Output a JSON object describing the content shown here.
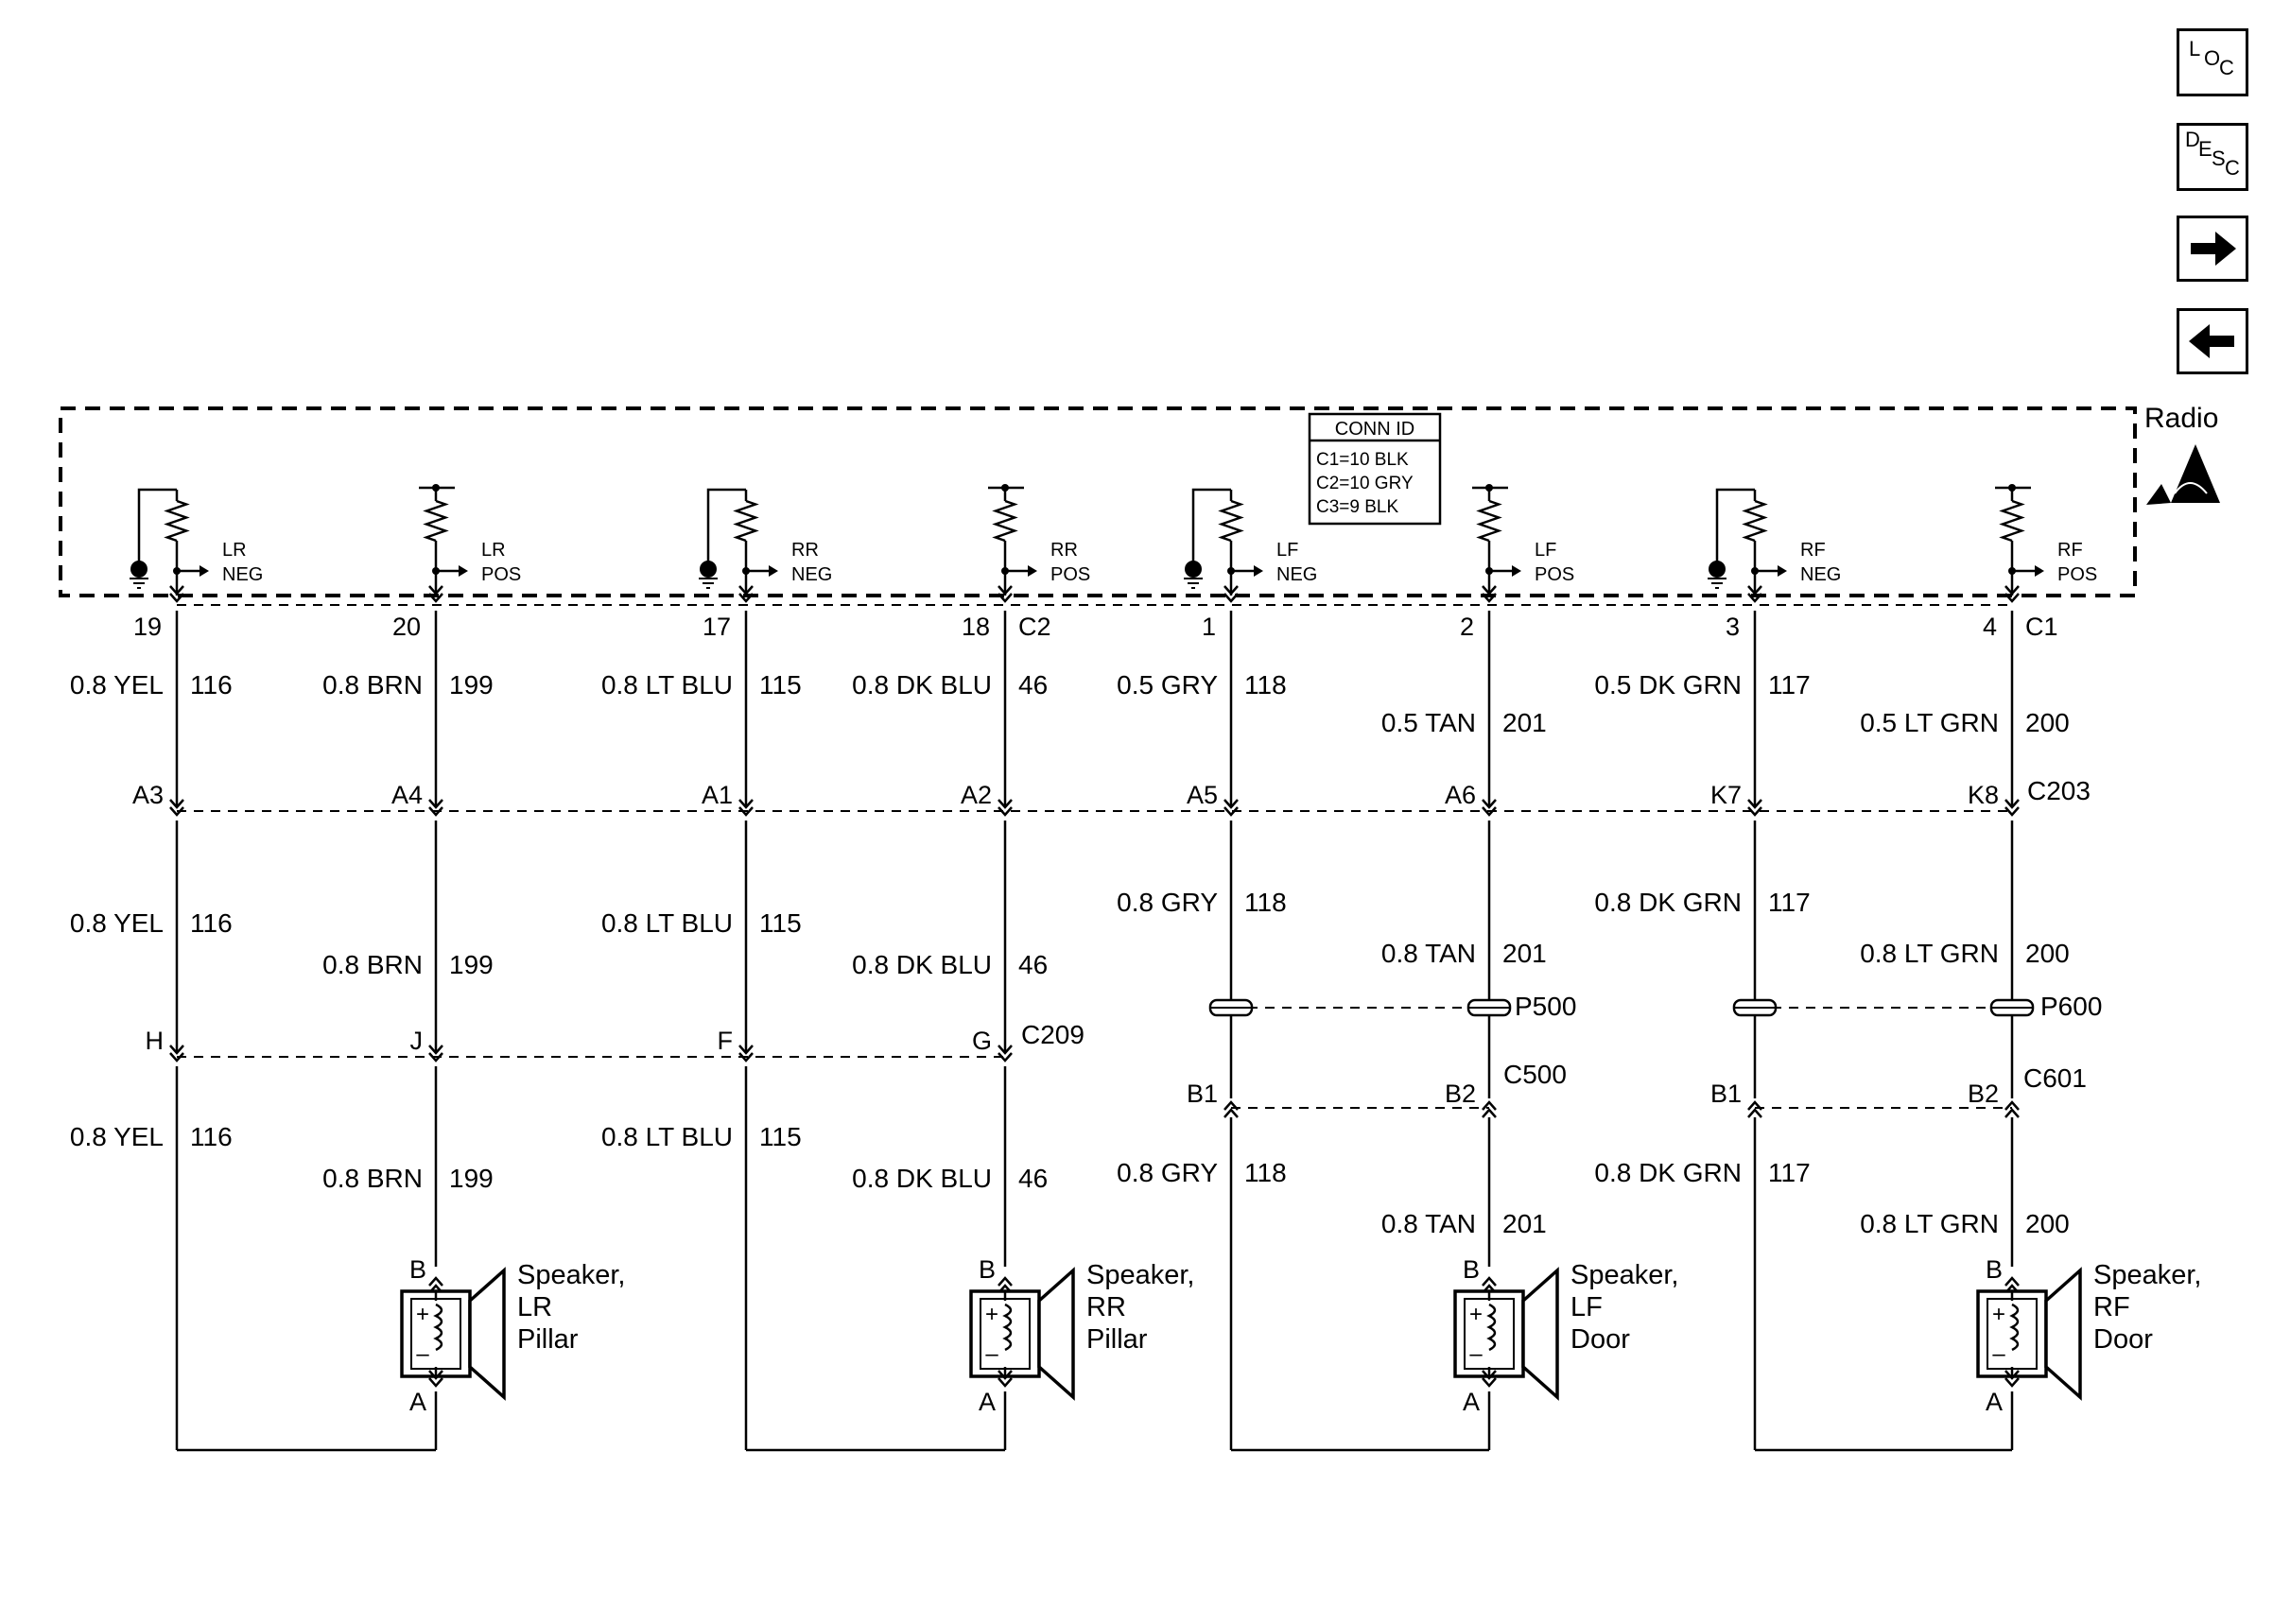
{
  "module_label": "Radio",
  "conn_id": {
    "title": "CONN ID",
    "lines": [
      "C1=10 BLK",
      "C2=10 GRY",
      "C3=9 BLK"
    ]
  },
  "nav_buttons": {
    "loc": {
      "chars": [
        "L",
        "O",
        "C"
      ]
    },
    "desc": {
      "chars": [
        "D",
        "E",
        "S",
        "C"
      ]
    },
    "next": {
      "icon": "right-arrow-icon"
    },
    "prev": {
      "icon": "left-arrow-icon"
    }
  },
  "channels": [
    {
      "id": "lr-neg",
      "ground": true,
      "name": "LR",
      "pol": "NEG",
      "pin": "19",
      "conn": "",
      "w1": "0.8 YEL",
      "c1": "116",
      "p203": "A3",
      "w2": "0.8 YEL",
      "c2": "116",
      "p209": "H",
      "w3": "0.8 YEL",
      "c3": "116"
    },
    {
      "id": "lr-pos",
      "ground": false,
      "name": "LR",
      "pol": "POS",
      "pin": "20",
      "conn": "",
      "w1": "0.8 BRN",
      "c1": "199",
      "p203": "A4",
      "w2": "0.8 BRN",
      "c2": "199",
      "p209": "J",
      "w3": "0.8 BRN",
      "c3": "199"
    },
    {
      "id": "rr-neg",
      "ground": true,
      "name": "RR",
      "pol": "NEG",
      "pin": "17",
      "conn": "",
      "w1": "0.8 LT BLU",
      "c1": "115",
      "p203": "A1",
      "w2": "0.8 LT BLU",
      "c2": "115",
      "p209": "F",
      "w3": "0.8 LT BLU",
      "c3": "115"
    },
    {
      "id": "rr-pos",
      "ground": false,
      "name": "RR",
      "pol": "POS",
      "pin": "18",
      "conn": "C2",
      "w1": "0.8 DK BLU",
      "c1": "46",
      "p203": "A2",
      "w2": "0.8 DK BLU",
      "c2": "46",
      "p209": "G",
      "w3": "0.8 DK BLU",
      "c3": "46"
    },
    {
      "id": "lf-neg",
      "ground": true,
      "name": "LF",
      "pol": "NEG",
      "pin": "1",
      "conn": "",
      "w1": "0.5 GRY",
      "c1": "118",
      "p203": "A5",
      "w2": "0.8 GRY",
      "c2": "118",
      "p5": "B1",
      "w3": "0.8 GRY",
      "c3": "118"
    },
    {
      "id": "lf-pos",
      "ground": false,
      "name": "LF",
      "pol": "POS",
      "pin": "2",
      "conn": "",
      "w1": "0.5 TAN",
      "c1": "201",
      "p203": "A6",
      "w2": "0.8 TAN",
      "c2": "201",
      "p5": "B2",
      "w3": "0.8 TAN",
      "c3": "201"
    },
    {
      "id": "rf-neg",
      "ground": true,
      "name": "RF",
      "pol": "NEG",
      "pin": "3",
      "conn": "",
      "w1": "0.5 DK GRN",
      "c1": "117",
      "p203": "K7",
      "w2": "0.8 DK GRN",
      "c2": "117",
      "p5": "B1",
      "w3": "0.8 DK GRN",
      "c3": "117"
    },
    {
      "id": "rf-pos",
      "ground": false,
      "name": "RF",
      "pol": "POS",
      "pin": "4",
      "conn": "C1",
      "w1": "0.5 LT GRN",
      "c1": "200",
      "p203": "K8",
      "w2": "0.8 LT GRN",
      "c2": "200",
      "p5": "B2",
      "w3": "0.8 LT GRN",
      "c3": "200"
    }
  ],
  "connectors": {
    "c203": "C203",
    "c209": "C209",
    "p500": "P500",
    "c500": "C500",
    "p600": "P600",
    "c601": "C601"
  },
  "speakers": [
    {
      "id": "lr",
      "pin_b": "B",
      "pin_a": "A",
      "plus": "+",
      "minus": "–",
      "lines": [
        "Speaker,",
        "LR",
        "Pillar"
      ]
    },
    {
      "id": "rr",
      "pin_b": "B",
      "pin_a": "A",
      "plus": "+",
      "minus": "–",
      "lines": [
        "Speaker,",
        "RR",
        "Pillar"
      ]
    },
    {
      "id": "lf",
      "pin_b": "B",
      "pin_a": "A",
      "plus": "+",
      "minus": "–",
      "lines": [
        "Speaker,",
        "LF",
        "Door"
      ]
    },
    {
      "id": "rf",
      "pin_b": "B",
      "pin_a": "A",
      "plus": "+",
      "minus": "–",
      "lines": [
        "Speaker,",
        "RF",
        "Door"
      ]
    }
  ]
}
